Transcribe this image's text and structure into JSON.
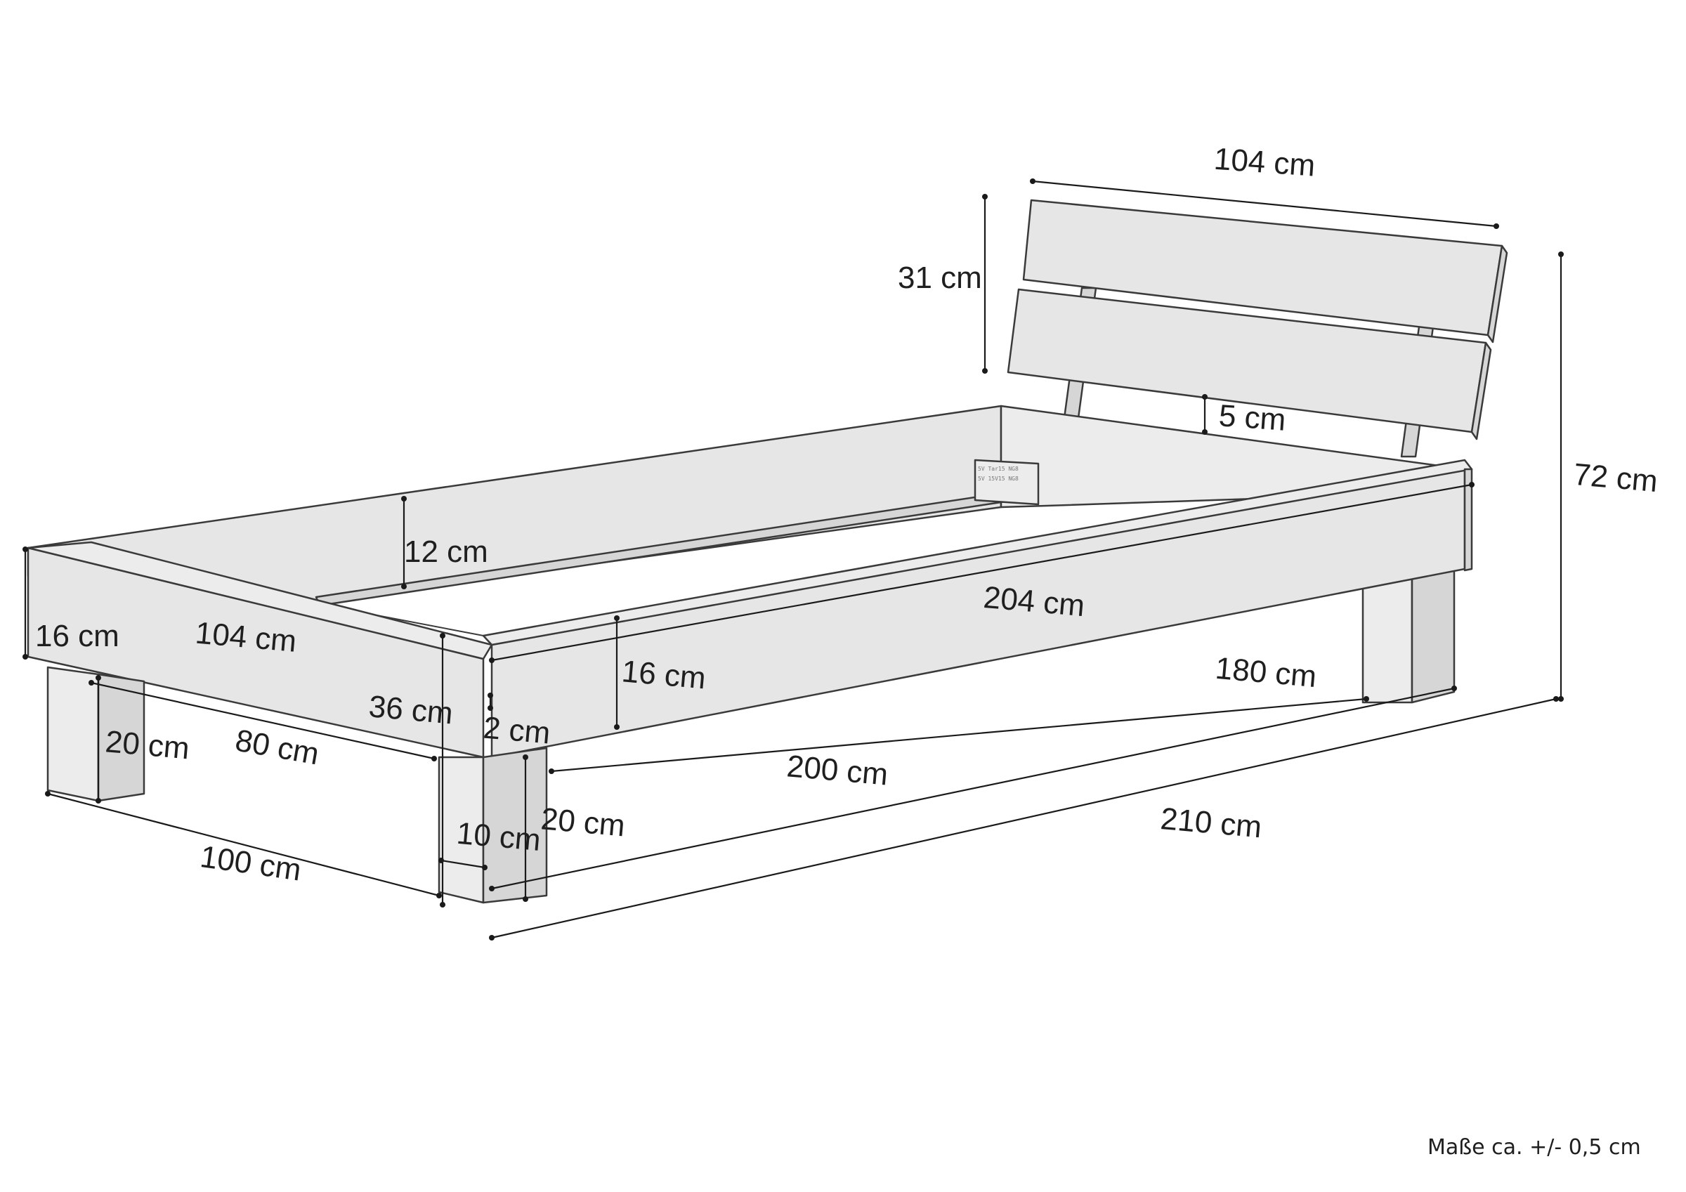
{
  "labels": {
    "headboard_width": "104 cm",
    "headboard_height": "31 cm",
    "headboard_gap": "5 cm",
    "total_height": "72 cm",
    "inner_frame_height": "12 cm",
    "long_rail": "204 cm",
    "foot_rail_height": "16 cm",
    "foot_rail_width": "104 cm",
    "side_rail_height": "16 cm",
    "leg_total_height": "36 cm",
    "rail_offset": "2 cm",
    "leg_height_front_left": "20 cm",
    "leg_spacing_short": "80 cm",
    "leg_spacing_long": "180 cm",
    "inner_length": "200 cm",
    "leg_height_front_right": "20 cm",
    "leg_depth": "10 cm",
    "outer_width": "100 cm",
    "total_length": "210 cm"
  },
  "footnote": "Maße ca. +/- 0,5 cm"
}
